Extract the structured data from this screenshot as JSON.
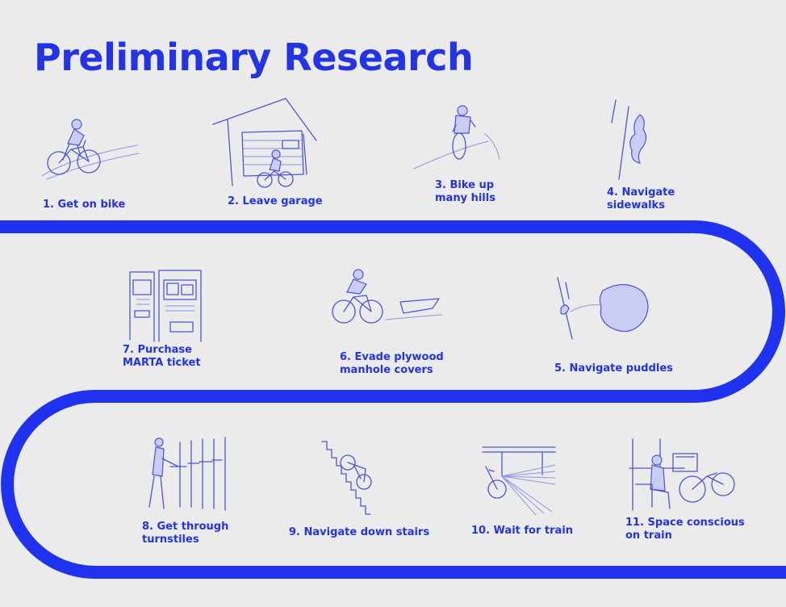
{
  "page": {
    "title": "Preliminary Research"
  },
  "steps": [
    {
      "label": "1. Get on bike",
      "icon": "cyclist-riding-icon"
    },
    {
      "label": "2. Leave garage",
      "icon": "garage-icon"
    },
    {
      "label": "3. Bike up\nmany hills",
      "icon": "cyclist-uphill-icon"
    },
    {
      "label": "4. Navigate\nsidewalks",
      "icon": "sidewalk-icon"
    },
    {
      "label": "5. Navigate puddles",
      "icon": "puddle-icon"
    },
    {
      "label": "6. Evade plywood\nmanhole covers",
      "icon": "plywood-cover-icon"
    },
    {
      "label": "7. Purchase\nMARTA ticket",
      "icon": "ticket-machine-icon"
    },
    {
      "label": "8. Get through\nturnstiles",
      "icon": "turnstile-icon"
    },
    {
      "label": "9. Navigate down stairs",
      "icon": "stairs-icon"
    },
    {
      "label": "10. Wait for train",
      "icon": "train-platform-icon"
    },
    {
      "label": "11. Space conscious\non train",
      "icon": "train-seat-icon"
    }
  ],
  "colors": {
    "accent": "#2233e8",
    "path": "#1f32ef",
    "background": "#ebebeb"
  }
}
